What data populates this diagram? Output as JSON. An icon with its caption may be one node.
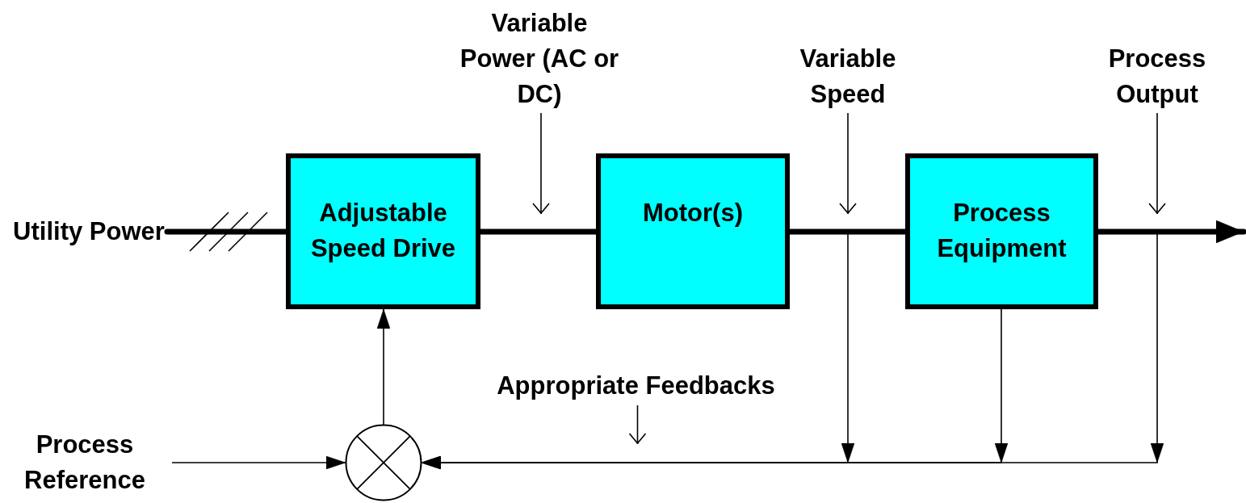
{
  "diagram": {
    "nodes": [
      {
        "text": [
          "Utility Power"
        ]
      },
      {
        "text": [
          "Adjustable Speed Drive"
        ]
      },
      {
        "text": [
          "Motor(s)"
        ]
      },
      {
        "text": [
          "Process Equipment"
        ]
      },
      {
        "text": [],
        "shape": "circle"
      },
      {
        "text": [
          "Process Reference"
        ]
      },
      {
        "text": [
          "Variable Power (AC or DC)"
        ]
      },
      {
        "text": [
          "Variable Speed"
        ]
      },
      {
        "text": [
          "Process Output"
        ]
      },
      {
        "text": [
          "Appropriate Feedbacks"
        ]
      }
    ],
    "edges": [
      {
        "from": 0,
        "to": 1,
        "arrow": "none",
        "style": "thick"
      },
      {
        "from": 1,
        "to": 2,
        "arrow": "none",
        "style": "thick"
      },
      {
        "from": 2,
        "to": 3,
        "arrow": "none",
        "style": "thick"
      },
      {
        "from": 3,
        "to": null,
        "arrow": "to",
        "style": "thick"
      },
      {
        "from": 4,
        "to": 1,
        "arrow": "to"
      },
      {
        "from": 5,
        "to": 4,
        "arrow": "to"
      },
      {
        "from": 2,
        "to": 4,
        "arrow": "to"
      },
      {
        "from": 3,
        "to": 4,
        "arrow": "to"
      },
      {
        "from": 3,
        "to": 4,
        "arrow": "to"
      },
      {
        "from": 6,
        "to": null,
        "arrow": "to"
      },
      {
        "from": 7,
        "to": null,
        "arrow": "to"
      },
      {
        "from": 8,
        "to": null,
        "arrow": "to"
      },
      {
        "from": 9,
        "to": null,
        "arrow": "to"
      }
    ]
  }
}
